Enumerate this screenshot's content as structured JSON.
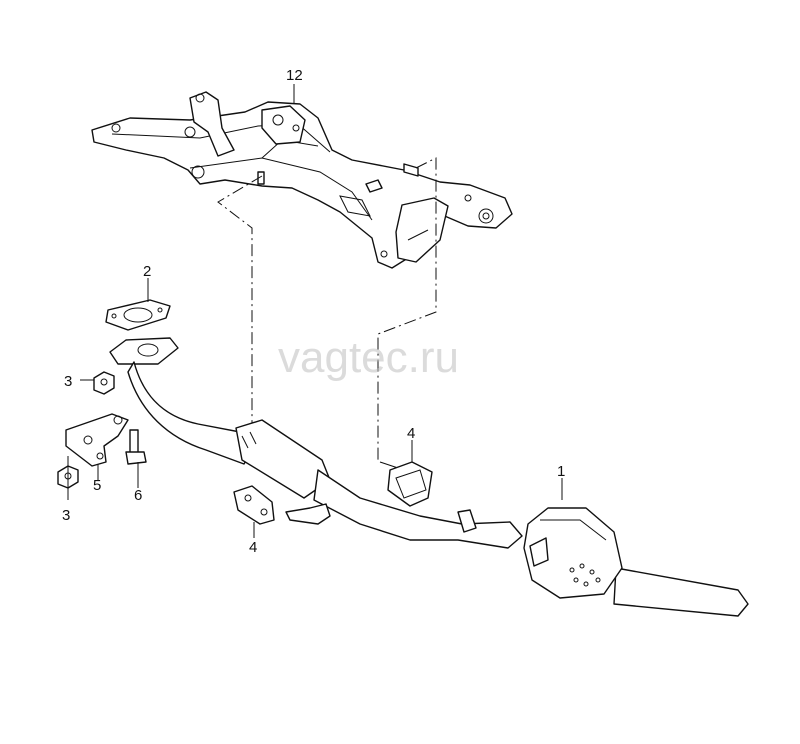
{
  "watermark": "vagtec.ru",
  "callouts": {
    "subframe": "12",
    "gasket_top": "2",
    "nut_upper": "3",
    "nut_lower": "3",
    "bracket": "5",
    "bolt": "6",
    "hanger_lower": "4",
    "hanger_upper": "4",
    "catalytic_converter": "1"
  }
}
